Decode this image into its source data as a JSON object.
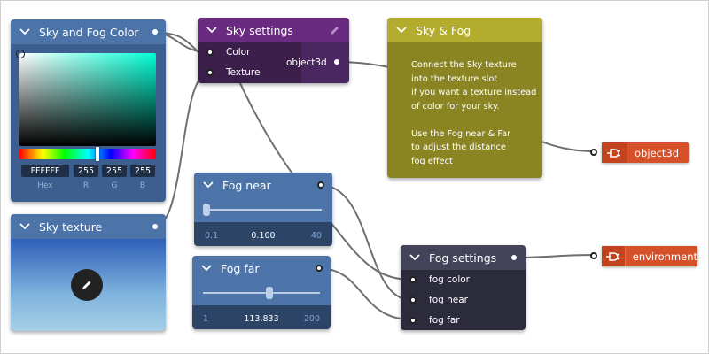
{
  "color_node": {
    "title": "Sky and Fog Color",
    "hex_value": "FFFFFF",
    "r_value": "255",
    "g_value": "255",
    "b_value": "255",
    "hex_label": "Hex",
    "r_label": "R",
    "g_label": "G",
    "b_label": "B"
  },
  "texture_node": {
    "title": "Sky texture",
    "edit_icon": "pencil-icon"
  },
  "sky_settings": {
    "title": "Sky settings",
    "inputs": [
      "Color",
      "Texture"
    ],
    "output": "object3d",
    "edit_icon": "pencil-icon"
  },
  "comment": {
    "title": "Sky & Fog",
    "lines": [
      "Connect the Sky texture",
      "into the texture slot",
      "if you want a texture instead",
      "of color for your sky.",
      "",
      "Use the Fog near & Far",
      "to adjust the distance",
      " fog effect"
    ]
  },
  "fog_near": {
    "title": "Fog near",
    "min": "0.1",
    "value": "0.100",
    "max": "40",
    "level": 0.0
  },
  "fog_far": {
    "title": "Fog far",
    "min": "1",
    "value": "113.833",
    "max": "200",
    "level": 0.567
  },
  "fog_settings": {
    "title": "Fog settings",
    "inputs": [
      "fog color",
      "fog near",
      "fog far"
    ]
  },
  "outputs": {
    "object3d": "object3d",
    "environment": "environment"
  },
  "colors": {
    "node_blue": "#4c74a8",
    "node_purple": "#6a2a80",
    "comment_olive": "#b3ac2e",
    "output_orange": "#d6502a",
    "fog_settings_gray": "#43435a",
    "wire": "#6f6f6f"
  }
}
